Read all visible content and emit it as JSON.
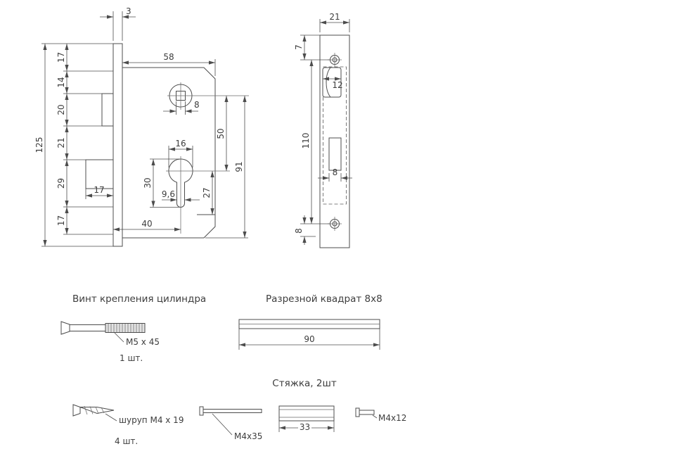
{
  "colors": {
    "line": "#4c4c4c",
    "text": "#3d3d3d"
  },
  "lock_view": {
    "d3": "3",
    "d17_top": "17",
    "d14": "14",
    "d20": "20",
    "d21": "21",
    "d29": "29",
    "d17_bottom": "17",
    "d125": "125",
    "d58": "58",
    "d8_square": "8",
    "d16": "16",
    "d30": "30",
    "d9_6": "9,6",
    "d27": "27",
    "d50": "50",
    "d91": "91",
    "d17_bolt": "17",
    "d40": "40"
  },
  "plate_view": {
    "d21": "21",
    "d7": "7",
    "d12": "12",
    "d110": "110",
    "d8_bolt": "8",
    "d8_bottom": "8"
  },
  "parts": {
    "cyl_screw_title": "Винт крепления цилиндра",
    "cyl_screw_size": "M5 x 45",
    "cyl_screw_qty": "1 шт.",
    "square_title": "Разрезной квадрат 8x8",
    "square_len": "90",
    "tie_title": "Стяжка, 2шт",
    "wood_screw_label": "шуруп M4 x 19",
    "wood_screw_qty": "4 шт.",
    "bolt_long": "M4x35",
    "sleeve_len": "33",
    "bolt_short": "M4x12"
  }
}
